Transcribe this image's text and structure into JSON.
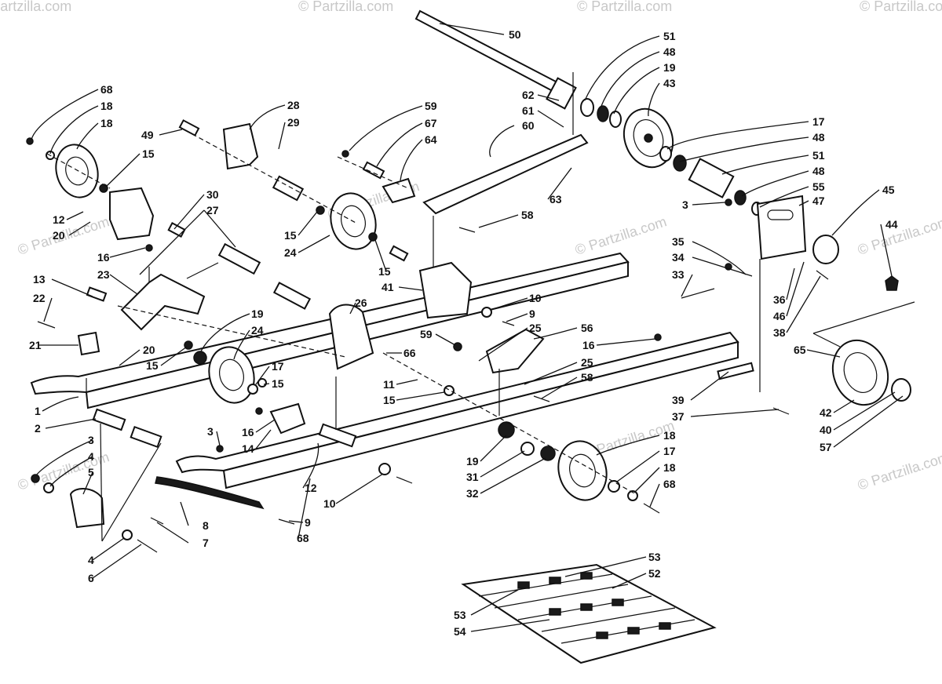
{
  "watermarks": [
    "© Partzilla.com",
    "© Partzilla.com",
    "© Partzilla.com",
    "© Partzilla.com",
    "© Partzilla.com",
    "© Partzilla.com",
    "© Partzilla.com",
    "© Partzilla.com",
    "© Partzilla.com",
    "© Partzilla.com",
    "© Partzilla.com"
  ],
  "callouts": [
    "50",
    "51",
    "48",
    "19",
    "43",
    "62",
    "61",
    "60",
    "17",
    "48",
    "51",
    "48",
    "55",
    "47",
    "59",
    "67",
    "64",
    "63",
    "58",
    "28",
    "29",
    "49",
    "68",
    "18",
    "18",
    "15",
    "12",
    "20",
    "30",
    "27",
    "15",
    "24",
    "15",
    "16",
    "23",
    "13",
    "22",
    "21",
    "20",
    "15",
    "19",
    "24",
    "17",
    "15",
    "26",
    "41",
    "10",
    "9",
    "59",
    "25",
    "66",
    "56",
    "25",
    "58",
    "16",
    "11",
    "15",
    "45",
    "3",
    "35",
    "34",
    "33",
    "44",
    "36",
    "46",
    "38",
    "65",
    "39",
    "37",
    "42",
    "40",
    "57",
    "1",
    "2",
    "3",
    "4",
    "5",
    "4",
    "6",
    "3",
    "16",
    "14",
    "12",
    "9",
    "68",
    "8",
    "7",
    "10",
    "19",
    "31",
    "32",
    "18",
    "17",
    "18",
    "68",
    "53",
    "52",
    "53",
    "54"
  ]
}
